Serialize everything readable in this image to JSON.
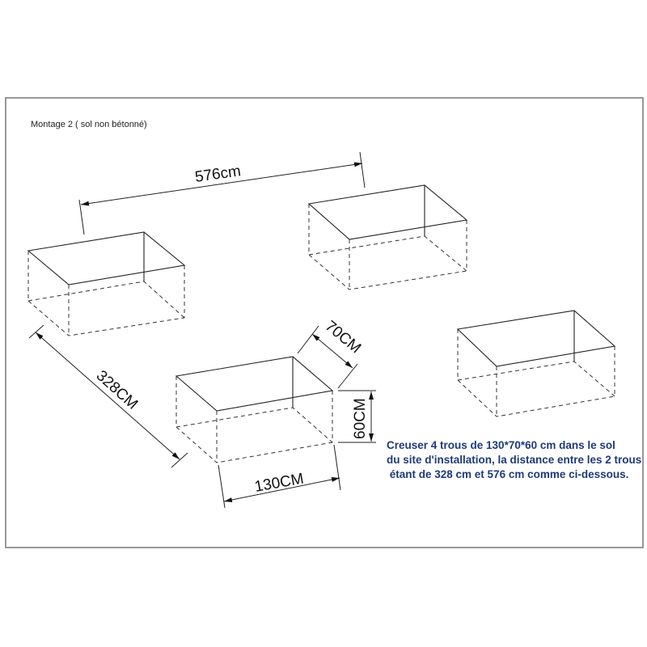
{
  "title": "Montage 2 ( sol non bétonné)",
  "dimensions": {
    "spacing_long": "576cm",
    "spacing_short": "328CM",
    "hole_width": "70CM",
    "hole_depth": "60CM",
    "hole_length": "130CM"
  },
  "note": {
    "line1": "Creuser 4 trous de 130*70*60 cm dans le sol",
    "line2": "du site d'installation, la distance entre les 2 trous",
    "line3": " étant de 328 cm et 576 cm comme ci-dessous."
  },
  "colors": {
    "note": "#1f3a78",
    "lines": "#222222"
  }
}
